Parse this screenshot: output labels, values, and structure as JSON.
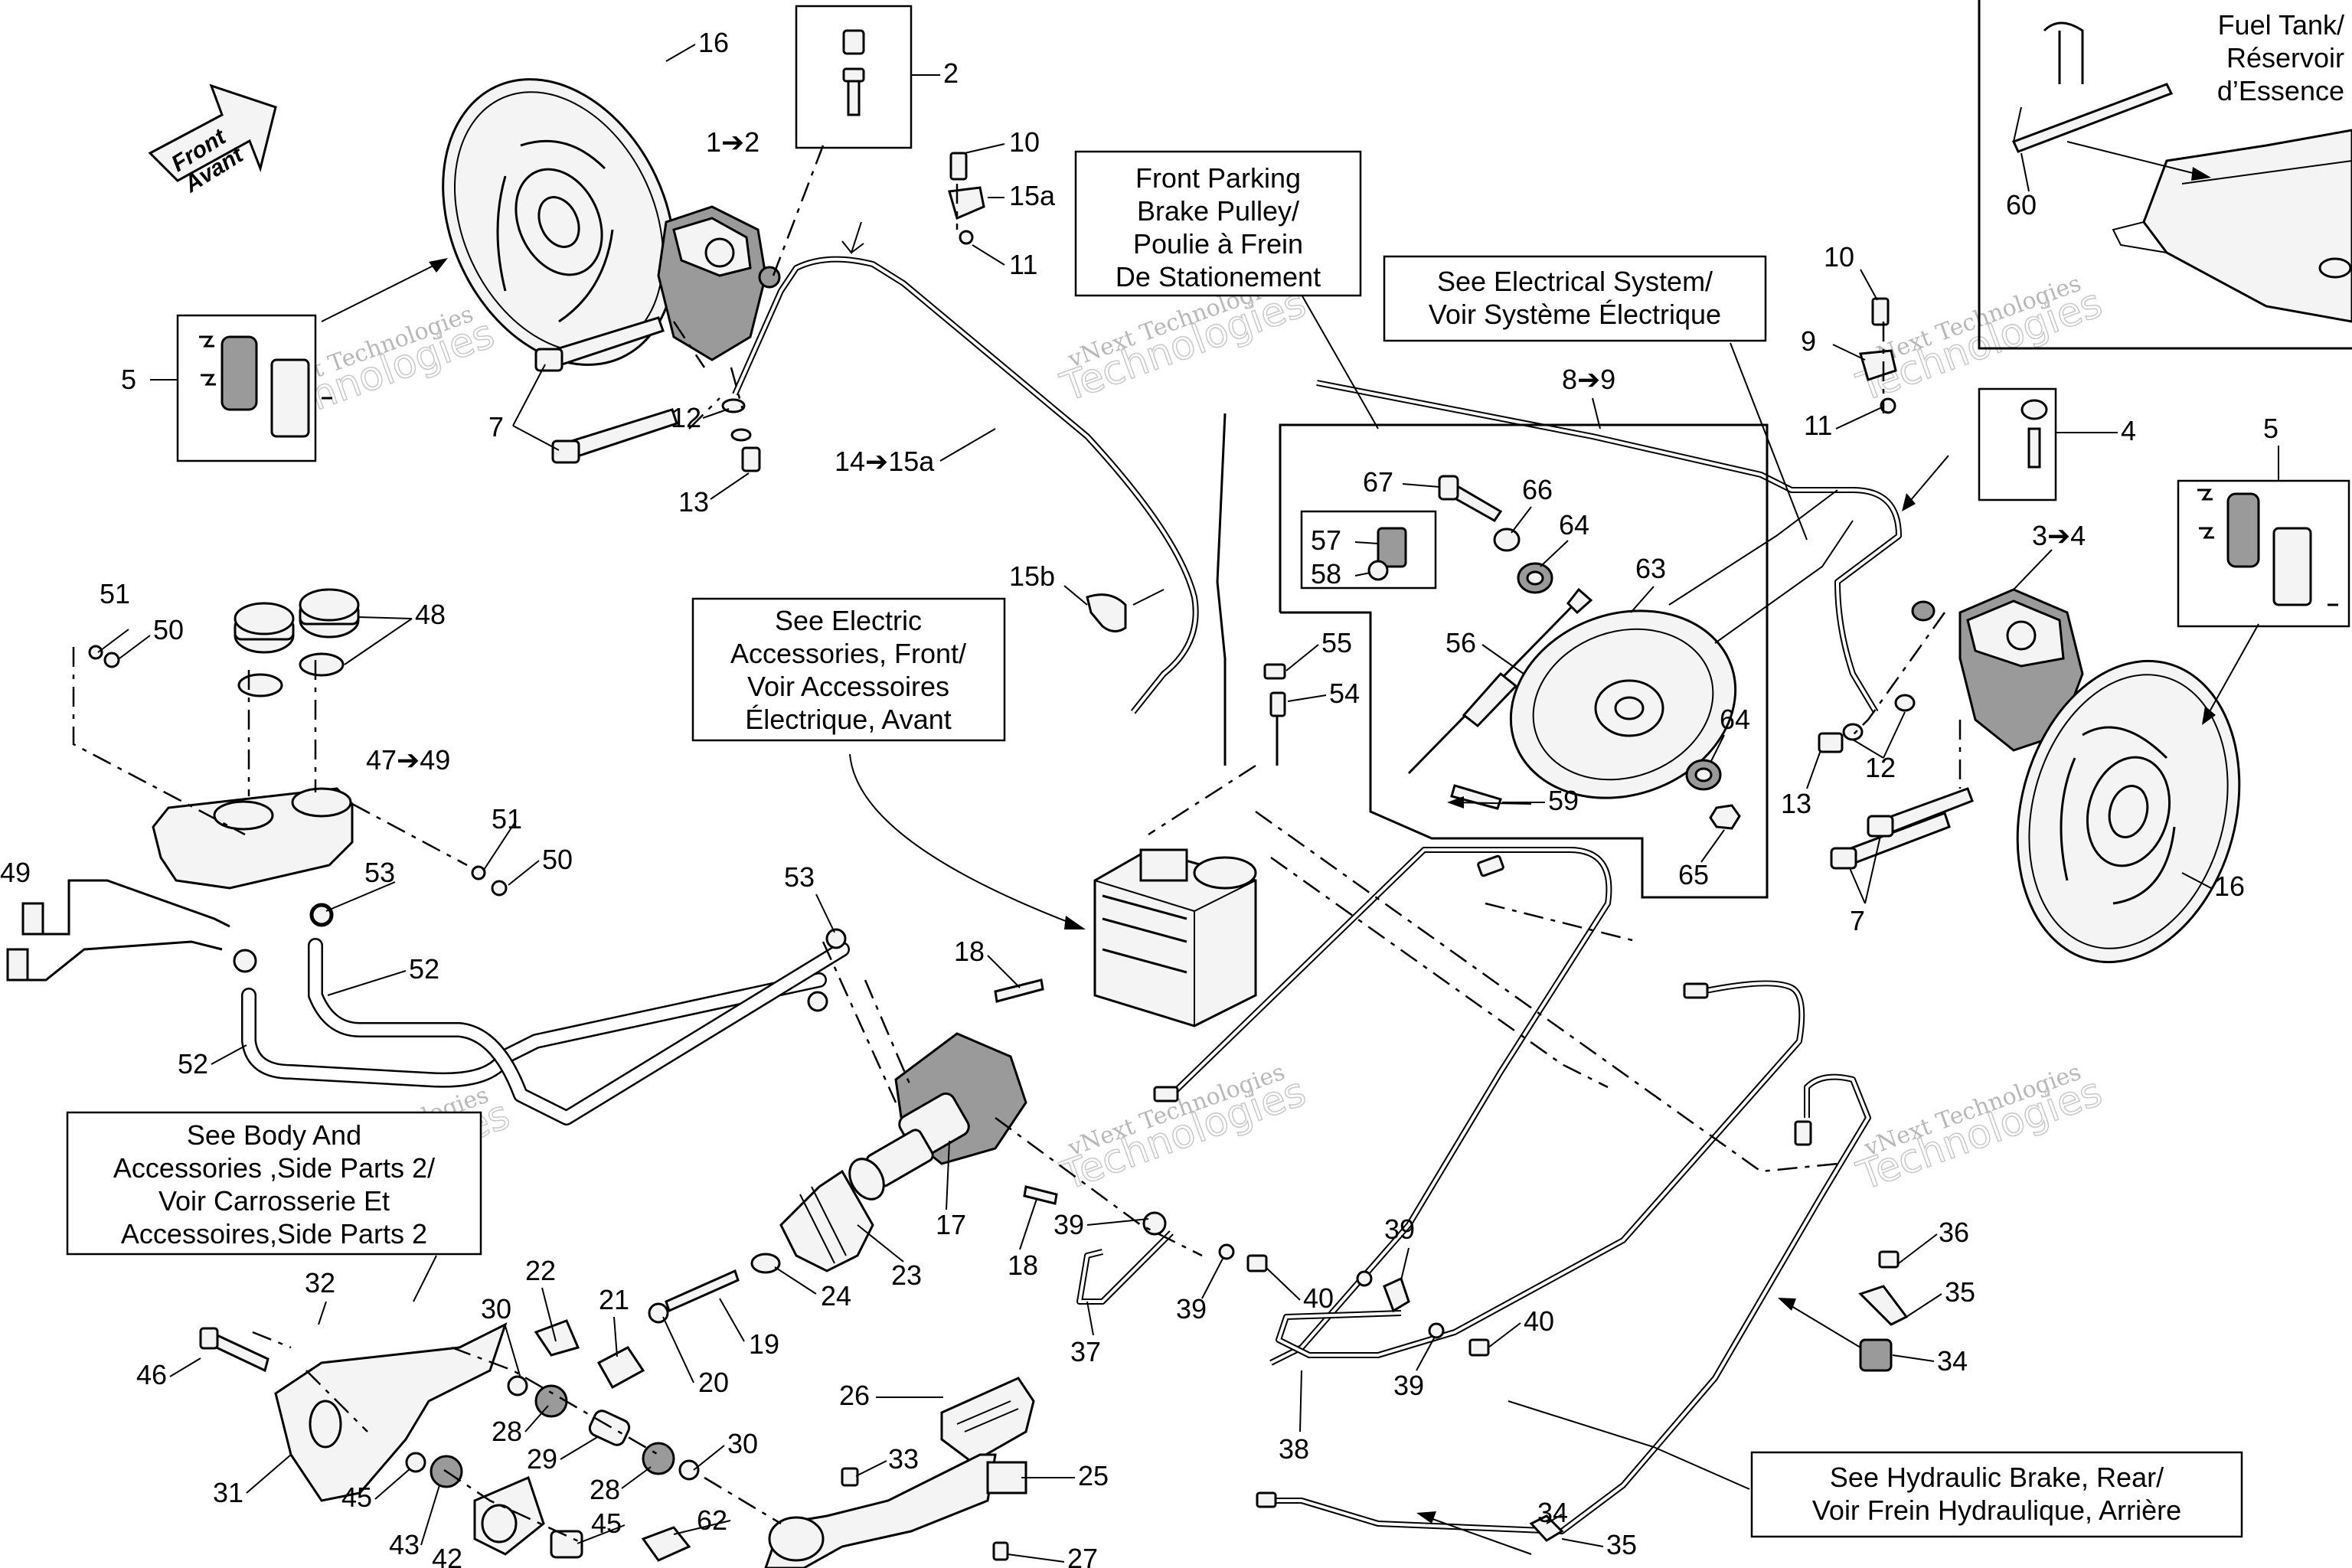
{
  "front_badge": {
    "line1": "Front",
    "line2": "Avant"
  },
  "info_boxes": {
    "parking_pulley": [
      "Front Parking",
      "Brake Pulley/",
      "Poulie à Frein",
      "De Stationement"
    ],
    "electrical": [
      "See Electrical System/",
      "Voir Système Électrique"
    ],
    "electric_accessories": [
      "See Electric",
      "Accessories, Front/",
      "Voir Accessoires",
      "Électrique, Avant"
    ],
    "body_accessories": [
      "See Body And",
      "Accessories ,Side Parts 2/",
      "Voir Carrosserie Et",
      "Accessoires,Side Parts 2"
    ],
    "hydraulic_rear": [
      "See Hydraulic Brake, Rear/",
      "Voir Frein Hydraulique, Arrière"
    ],
    "fuel_tank": [
      "Fuel Tank/",
      "Réservoir",
      "d’Essence"
    ]
  },
  "watermark": {
    "line1": "vNext Technologies",
    "line2": "Technologies"
  },
  "part_labels": {
    "l16a": "16",
    "l1to2": "1➔2",
    "l2": "2",
    "l10a": "10",
    "l15a": "15a",
    "l11a": "11",
    "l5a": "5",
    "l7a": "7",
    "l12a": "12",
    "l13a": "13",
    "l14to15a": "14➔15a",
    "l15b": "15b",
    "l51a": "51",
    "l50a": "50",
    "l48": "48",
    "l47to49": "47➔49",
    "l49": "49",
    "l51b": "51",
    "l50b": "50",
    "l53a": "53",
    "l52a": "52",
    "l52b": "52",
    "l53b": "53",
    "l18a": "18",
    "l17": "17",
    "l18b": "18",
    "l23": "23",
    "l24": "24",
    "l19": "19",
    "l20": "20",
    "l21": "21",
    "l22": "22",
    "l30a": "30",
    "l28a": "28",
    "l29": "29",
    "l28b": "28",
    "l30b": "30",
    "l32": "32",
    "l46": "46",
    "l31": "31",
    "l45a": "45",
    "l43": "43",
    "l42": "42",
    "l45b": "45",
    "l62": "62",
    "l26": "26",
    "l33": "33",
    "l25": "25",
    "l27": "27",
    "l37": "37",
    "l39a": "39",
    "l39b": "39",
    "l40a": "40",
    "l39c": "39",
    "l39d": "39",
    "l40b": "40",
    "l38": "38",
    "l55": "55",
    "l54": "54",
    "l57": "57",
    "l58": "58",
    "l56": "56",
    "l67": "67",
    "l66": "66",
    "l64a": "64",
    "l63": "63",
    "l64b": "64",
    "l59": "59",
    "l65": "65",
    "l8to9": "8➔9",
    "l10b": "10",
    "l9": "9",
    "l11b": "11",
    "l4": "4",
    "l5b": "5",
    "l3to4": "3➔4",
    "l13b": "13",
    "l12b": "12",
    "l7b": "7",
    "l16b": "16",
    "l60": "60",
    "l36": "36",
    "l35a": "35",
    "l34a": "34",
    "l34b": "34",
    "l35b": "35"
  }
}
